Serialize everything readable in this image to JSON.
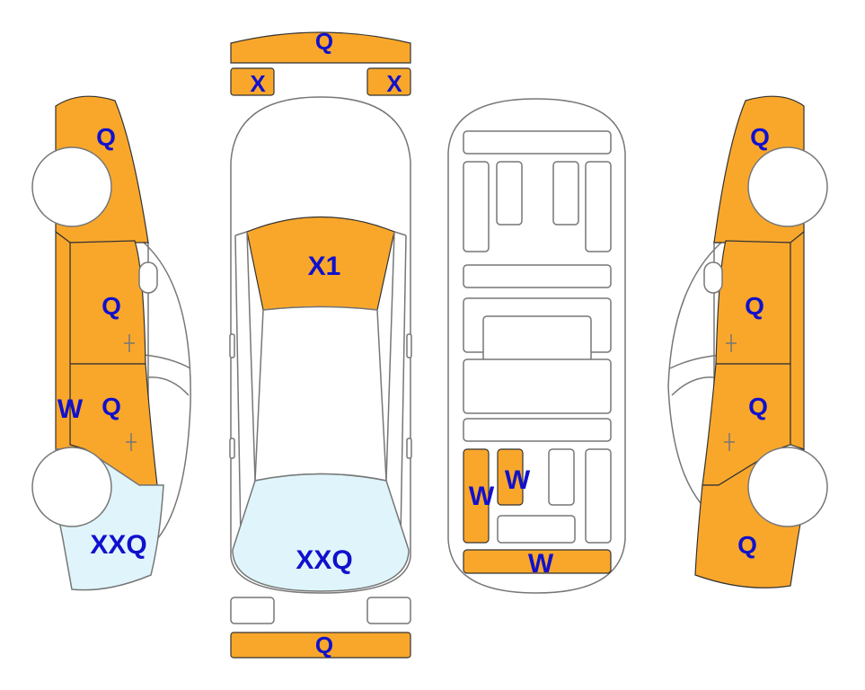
{
  "colors": {
    "Q": "#f9a72b",
    "X": "#f9a72b",
    "X1": "#f9a72b",
    "W": "#f9a72b",
    "XXQ": "#dff5fb",
    "label": "#1111cc",
    "outline": "#777777"
  },
  "top_parts": {
    "front_bumper": "Q",
    "headlight_left": "X",
    "headlight_right": "X",
    "windshield": "X1",
    "rear_glass": "XXQ",
    "rear_bumper": "Q"
  },
  "left_side": {
    "front_fender": "Q",
    "front_door": "Q",
    "rear_door": "Q",
    "sill": "W",
    "rear_quarter": "XXQ"
  },
  "underbody": {
    "rear_left_rail": "W",
    "rear_inner_rail": "W",
    "rear_crossmember": "W"
  },
  "right_side": {
    "front_fender": "Q",
    "front_door": "Q",
    "rear_door": "Q",
    "rear_quarter": "Q"
  }
}
